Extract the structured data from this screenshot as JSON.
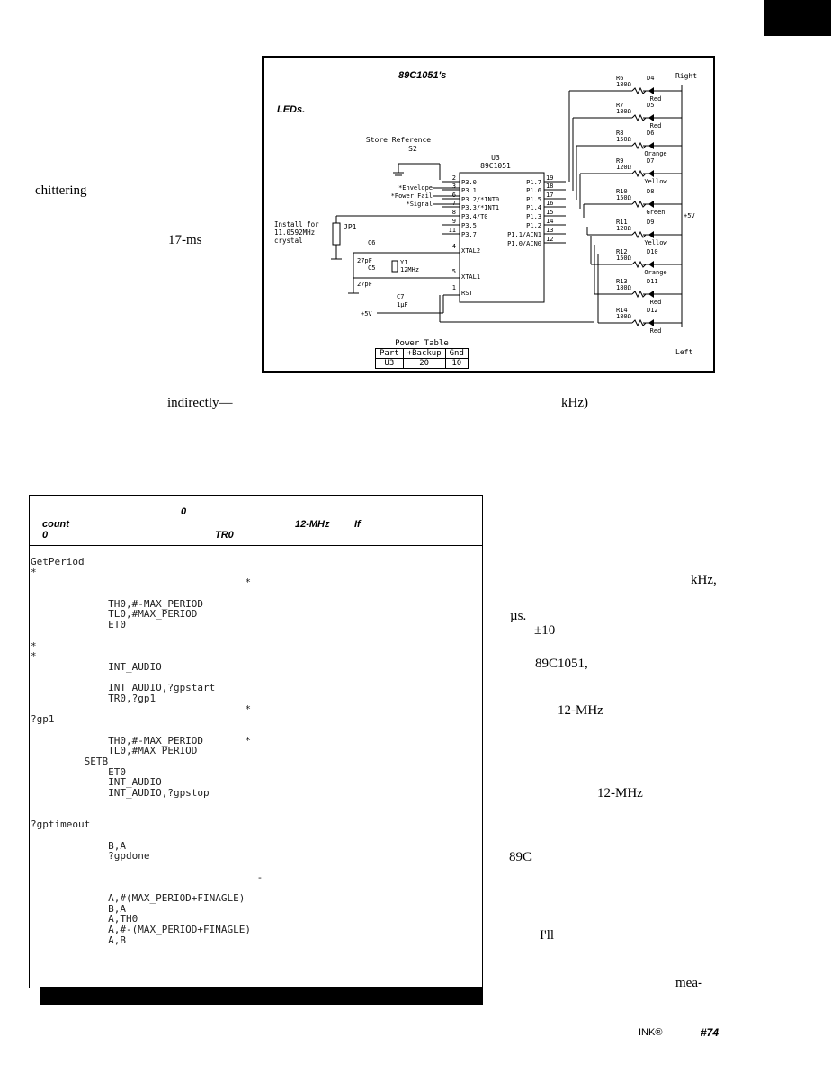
{
  "left_column": {
    "word_1": "chittering",
    "word_2": "17-ms"
  },
  "figure": {
    "title_chip": "89C1051's",
    "leds_label": "LEDs.",
    "u3_label": "U3",
    "u3_part": "89C1051",
    "store_ref": "Store Reference",
    "s2": "S2",
    "right_label": "Right",
    "left_label": "Left",
    "plus5v_right": "+5V",
    "plus5v_left": "+5V",
    "install_note": [
      "Install for",
      "11.0592MHz",
      "crystal"
    ],
    "jp1": "JP1",
    "inputs": [
      {
        "label": "*Envelope",
        "pin": "3",
        "name": "P3.1"
      },
      {
        "label": "*Power Fail",
        "pin": "6",
        "name": "P3.2/*INT0"
      },
      {
        "label": "*Signal",
        "pin": "7",
        "name": "P3.3/*INT1"
      }
    ],
    "left_pins": [
      {
        "num": "2",
        "name": "P3.0"
      },
      {
        "num": "3",
        "name": "P3.1"
      },
      {
        "num": "6",
        "name": "P3.2/*INT0"
      },
      {
        "num": "7",
        "name": "P3.3/*INT1"
      },
      {
        "num": "8",
        "name": "P3.4/T0"
      },
      {
        "num": "9",
        "name": "P3.5"
      },
      {
        "num": "11",
        "name": "P3.7"
      }
    ],
    "right_pins": [
      {
        "num": "19",
        "name": "P1.7"
      },
      {
        "num": "18",
        "name": "P1.6"
      },
      {
        "num": "17",
        "name": "P1.5"
      },
      {
        "num": "16",
        "name": "P1.4"
      },
      {
        "num": "15",
        "name": "P1.3"
      },
      {
        "num": "14",
        "name": "P1.2"
      },
      {
        "num": "13",
        "name": "P1.1/AIN1"
      },
      {
        "num": "12",
        "name": "P1.0/AIN0"
      }
    ],
    "xtal2": {
      "num": "4",
      "name": "XTAL2"
    },
    "xtal1": {
      "num": "5",
      "name": "XTAL1"
    },
    "rst": {
      "num": "1",
      "name": "RST"
    },
    "c6": {
      "ref": "C6",
      "val": "27pF"
    },
    "c5": {
      "ref": "C5",
      "val": "27pF"
    },
    "c7": {
      "ref": "C7",
      "val": "1µF"
    },
    "y1": {
      "ref": "Y1",
      "val": "12MHz"
    },
    "leds": [
      {
        "r": "R6",
        "rv": "180Ω",
        "d": "D4",
        "color": "Red"
      },
      {
        "r": "R7",
        "rv": "180Ω",
        "d": "D5",
        "color": "Red"
      },
      {
        "r": "R8",
        "rv": "150Ω",
        "d": "D6",
        "color": "Orange"
      },
      {
        "r": "R9",
        "rv": "120Ω",
        "d": "D7",
        "color": "Yellow"
      },
      {
        "r": "R10",
        "rv": "150Ω",
        "d": "D8",
        "color": "Green"
      },
      {
        "r": "R11",
        "rv": "120Ω",
        "d": "D9",
        "color": "Yellow"
      },
      {
        "r": "R12",
        "rv": "150Ω",
        "d": "D10",
        "color": "Orange"
      },
      {
        "r": "R13",
        "rv": "180Ω",
        "d": "D11",
        "color": "Red"
      },
      {
        "r": "R14",
        "rv": "180Ω",
        "d": "D12",
        "color": "Red"
      }
    ],
    "power_table": {
      "title": "Power Table",
      "headers": [
        "Part",
        "+Backup",
        "Gnd"
      ],
      "row": [
        "U3",
        "20",
        "10"
      ]
    }
  },
  "mid_text": {
    "indirectly": "indirectly—",
    "khz": "kHz)"
  },
  "listing": {
    "caption": [
      {
        "w": "0"
      },
      {
        "w": "count"
      },
      {
        "w": "12-MHz"
      },
      {
        "w": "If"
      },
      {
        "w": "0"
      },
      {
        "w": "TR0"
      }
    ],
    "lines": [
      "GetPeriod",
      "*",
      "                                    *",
      "",
      "             TH0,#-MAX_PERIOD",
      "             TL0,#MAX_PERIOD",
      "             ET0",
      "",
      "*",
      "*",
      "             INT_AUDIO",
      "",
      "             INT_AUDIO,?gpstart",
      "             TR0,?gp1",
      "                                    *",
      "?gp1",
      "",
      "             TH0,#-MAX_PERIOD       *",
      "             TL0,#MAX_PERIOD",
      "         SETB",
      "             ET0",
      "             INT_AUDIO",
      "             INT_AUDIO,?gpstop",
      "",
      "",
      "?gptimeout",
      "",
      "             B,A",
      "             ?gpdone",
      "",
      "                                      -",
      "",
      "             A,#(MAX_PERIOD+FINAGLE)",
      "             B,A",
      "             A,TH0",
      "             A,#-(MAX_PERIOD+FINAGLE)",
      "             A,B"
    ]
  },
  "right_column": [
    {
      "t": "kHz,"
    },
    {
      "t": "µs."
    },
    {
      "t": "±10"
    },
    {
      "t": "89C1051,"
    },
    {
      "t": "12-MHz"
    },
    {
      "t": "12-MHz"
    },
    {
      "t": "89C"
    },
    {
      "t": "I'll"
    },
    {
      "t": "mea-"
    }
  ],
  "footer": {
    "ink": "INK®",
    "issue": "#74"
  }
}
